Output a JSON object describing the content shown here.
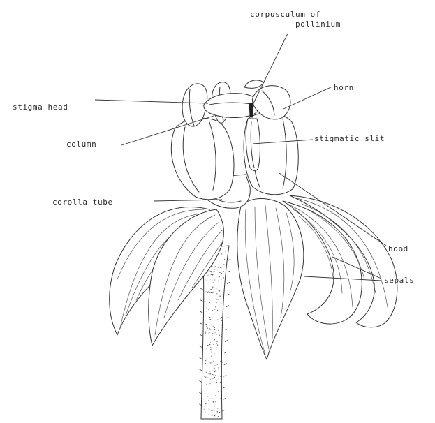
{
  "labels": {
    "corpusculum_line1": "corpusculum of",
    "corpusculum_line2": "pollinium",
    "horn": "horn",
    "stigma_head": "stigma head",
    "stigmatic_slit": "stigmatic slit",
    "column": "column",
    "corolla_tube": "corolla tube",
    "hood": "hood",
    "sepals": "sepals"
  },
  "colors": {
    "ink": "#333333",
    "background": "#ffffff"
  }
}
